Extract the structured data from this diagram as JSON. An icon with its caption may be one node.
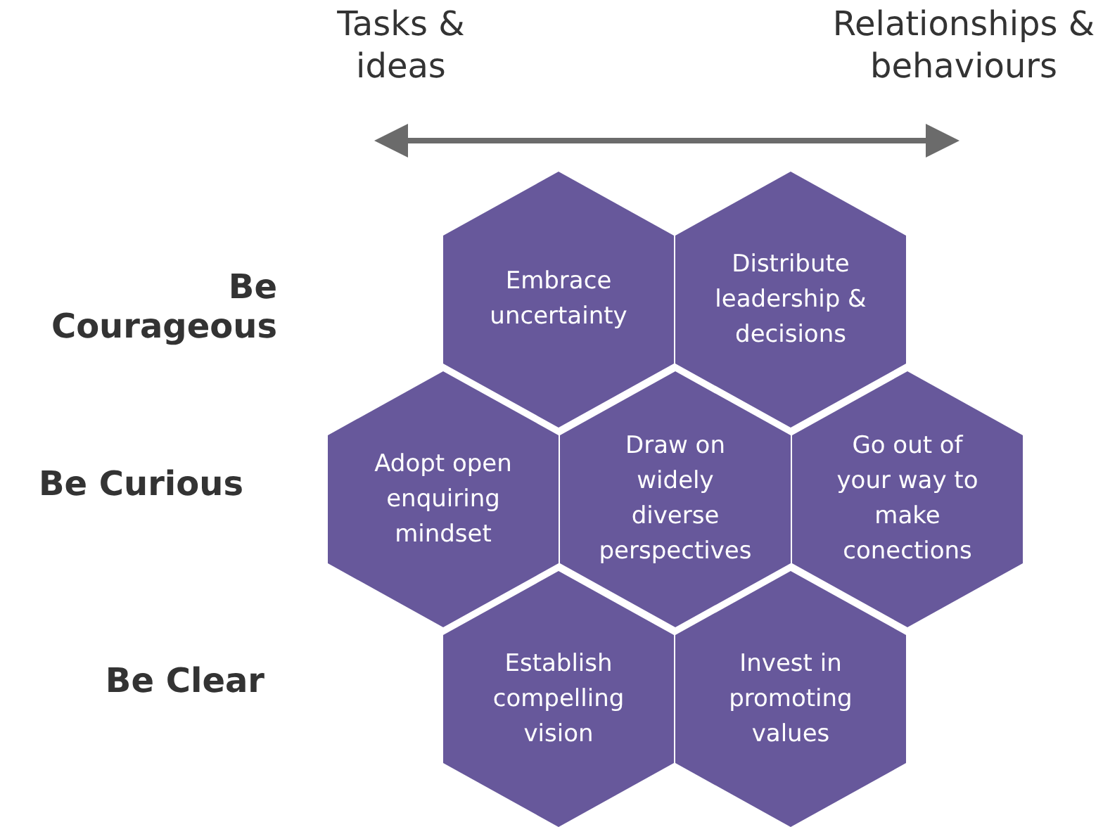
{
  "diagram": {
    "nodes": [
      {
        "text": [
          "Embrace uncertainty"
        ]
      },
      {
        "text": [
          "Distribute leadership & decisions"
        ]
      },
      {
        "text": [
          "Adopt open enquiring mindset"
        ]
      },
      {
        "text": [
          "Draw on widely diverse perspectives"
        ]
      },
      {
        "text": [
          "Go out of your way to make conections"
        ]
      },
      {
        "text": [
          "Establish compelling vision"
        ]
      },
      {
        "text": [
          "Invest in promoting values"
        ]
      }
    ],
    "labels": [
      "Tasks & ideas",
      "Relationships & behaviours",
      "Be Courageous",
      "Be Curious",
      "Be Clear"
    ]
  }
}
